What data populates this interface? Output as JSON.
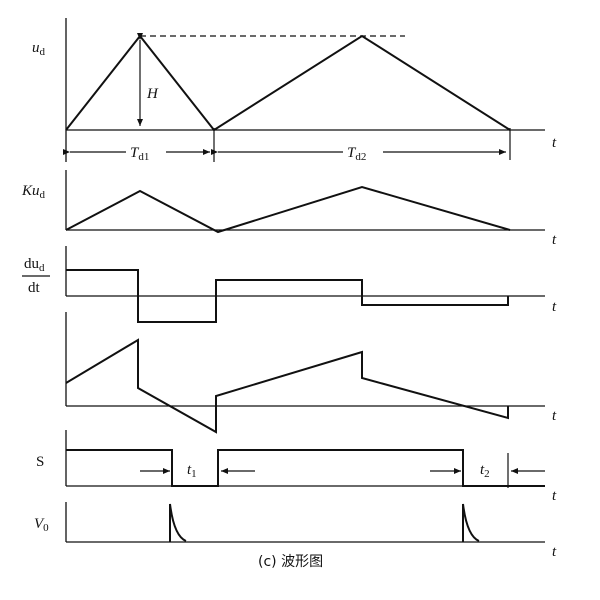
{
  "labels": {
    "ud": "u",
    "ud_sub": "d",
    "H": "H",
    "t": "t",
    "Td1": "T",
    "Td1_sub": "d1",
    "Td2": "T",
    "Td2_sub": "d2",
    "Kud": "Ku",
    "Kud_sub": "d",
    "du_num": "du",
    "du_num_sub": "d",
    "du_den": "dt",
    "S": "S",
    "t1": "t",
    "t1_sub": "1",
    "t2": "t",
    "t2_sub": "2",
    "V0": "V",
    "V0_sub": "0",
    "caption": "(c) 波形图"
  }
}
